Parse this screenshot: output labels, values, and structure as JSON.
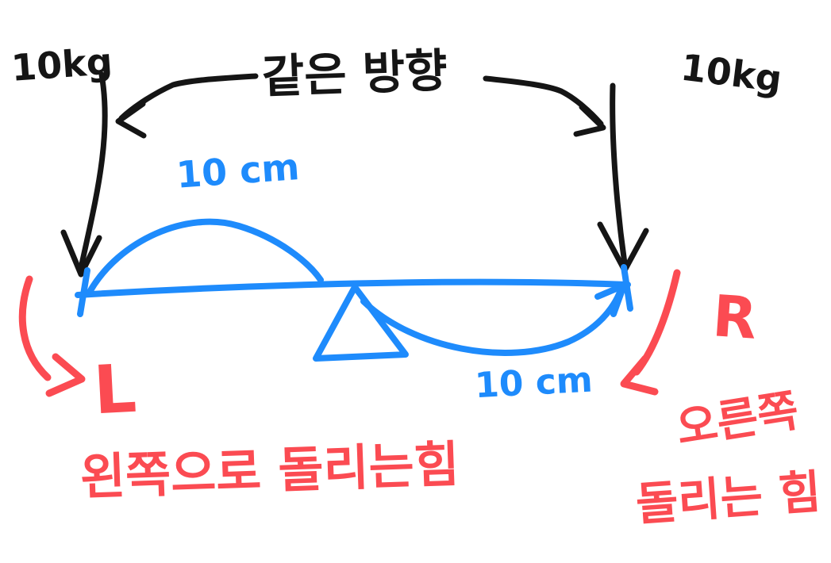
{
  "labels": {
    "left_weight": "10kg",
    "right_weight": "10kg",
    "direction_note": "같은 방향",
    "left_distance": "10 cm",
    "right_distance": "10 cm",
    "left_torque_letter": "L",
    "right_torque_letter": "R",
    "left_caption": "왼쪽으로 돌리는힘",
    "right_caption_line1": "오른쪽",
    "right_caption_line2": "돌리는 힘"
  },
  "colors": {
    "ink_black": "#151515",
    "lever_blue": "#1e8bfc",
    "force_red": "#fb4b52",
    "background": "#ffffff"
  }
}
